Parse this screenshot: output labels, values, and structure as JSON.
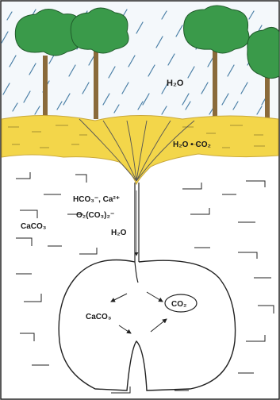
{
  "labels": {
    "water": "H₂O",
    "soil_mix": "H₂O • CO₂",
    "ions_line1": "HCO₃⁻, Ca²⁺",
    "ions_line2": "O₂(CO₃)₂⁻",
    "ions_line3": "H₂O",
    "limestone": "CaCO₃",
    "cave_limestone": "CaCO₃",
    "cave_gas": "CO₂"
  },
  "colors": {
    "sky_rain": "#4a7fa6",
    "soil": "#f3d64a",
    "soil_dark": "#c9a83a",
    "tree_foliage": "#3a9a4a",
    "tree_trunk": "#8a6a3a",
    "rock_lines": "#222222"
  },
  "icons": {
    "tree": "tree-icon",
    "arrow": "arrow-icon"
  }
}
